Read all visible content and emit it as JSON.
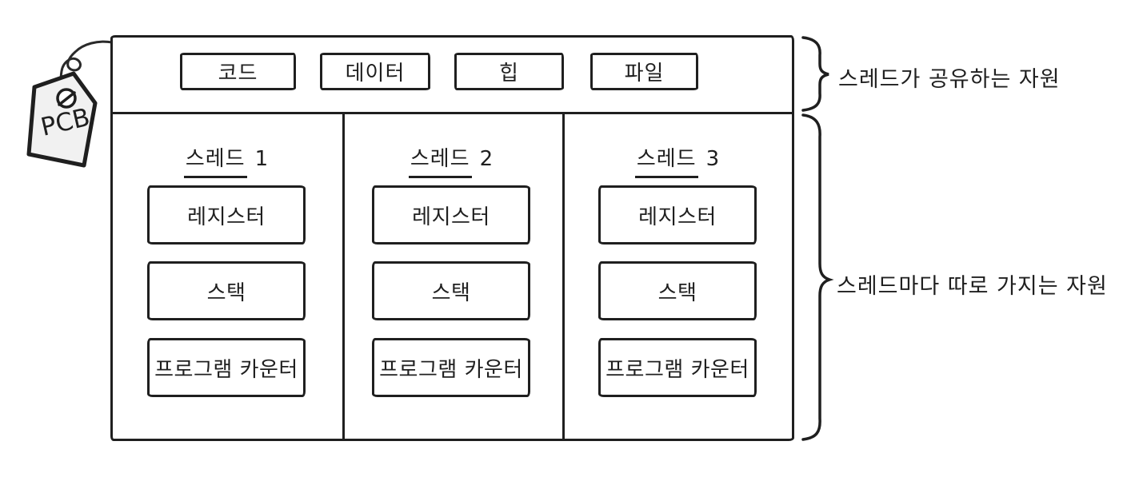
{
  "colors": {
    "ink": "#1f1f1f",
    "background": "#ffffff",
    "tag_fill": "#f1f1f1"
  },
  "pcb_tag": {
    "label": "PCB"
  },
  "shared_section": {
    "boxes": [
      "코드",
      "데이터",
      "힙",
      "파일"
    ],
    "annotation": "스레드가 공유하는 자원"
  },
  "threads": [
    {
      "label": "스레드",
      "number": "1",
      "items": [
        "레지스터",
        "스택",
        "프로그램 카운터"
      ]
    },
    {
      "label": "스레드",
      "number": "2",
      "items": [
        "레지스터",
        "스택",
        "프로그램 카운터"
      ]
    },
    {
      "label": "스레드",
      "number": "3",
      "items": [
        "레지스터",
        "스택",
        "프로그램 카운터"
      ]
    }
  ],
  "per_thread_annotation": "스레드마다 따로 가지는 자원"
}
